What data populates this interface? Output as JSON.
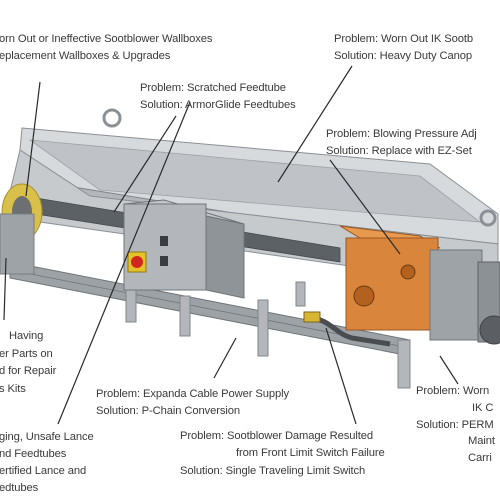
{
  "callouts": {
    "wallbox": {
      "problem": "orn Out or Ineffective Sootblower Wallboxes",
      "solution": "eplacement Wallboxes & Upgrades"
    },
    "canopy": {
      "problem": "Problem: Worn Out IK Sootb",
      "solution": "Solution:  Heavy Duty Canop"
    },
    "feedtube": {
      "problem": "Problem: Scratched Feedtube",
      "solution": "Solution: ArmorGlide Feedtubes"
    },
    "pressure": {
      "problem": "Problem: Blowing Pressure Adj",
      "solution": "Solution: Replace with EZ-Set"
    },
    "parts": {
      "line1": "Having",
      "line2": "er Parts on",
      "line3": "d for Repair",
      "line4": "s Kits"
    },
    "cable": {
      "problem": "Problem: Expanda Cable Power Supply",
      "solution": "Solution: P-Chain Conversion"
    },
    "carriage": {
      "line1": "Problem: Worn",
      "line2": "IK C",
      "line3": "Solution: PERM",
      "line4": "Maint",
      "line5": "Carri"
    },
    "lance": {
      "line1": "ging, Unsafe Lance",
      "line2": "nd Feedtubes",
      "line3": "ertified Lance and",
      "line4": "edtubes"
    },
    "limit_switch": {
      "line1": "Problem: Sootblower Damage Resulted",
      "line2": "from Front Limit Switch Failure",
      "line3": "Solution: Single Traveling Limit Switch"
    }
  },
  "colors": {
    "frame": "#c4c8cc",
    "frame_dark": "#8b9096",
    "carriage": "#d9853b",
    "panel_box": "#a6aaae",
    "stop_button": "#d0261f",
    "leader_line": "#2a2a2a"
  }
}
